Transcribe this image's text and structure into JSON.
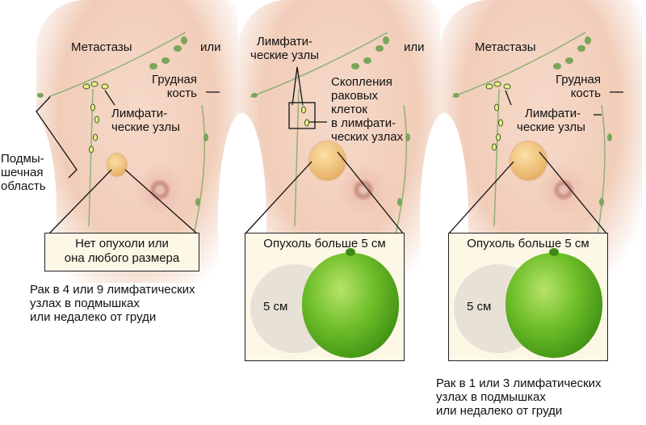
{
  "panels": [
    {
      "metastases": "Метастазы",
      "or": "или",
      "sternum": [
        "Грудная",
        "кость"
      ],
      "lymph": [
        "Лимфати-",
        "ческие узлы"
      ],
      "axilla": [
        "Подмы-",
        "шечная",
        "область"
      ],
      "box": [
        "Нет опухоли или",
        "она любого размера"
      ],
      "caption": [
        "Рак в 4 или 9 лимфатических",
        "узлах в подмышках",
        "или недалеко от груди"
      ]
    },
    {
      "lymph": [
        "Лимфати-",
        "ческие узлы"
      ],
      "or": "или",
      "clusters": [
        "Скопления",
        "раковых",
        "клеток",
        "в лимфати-",
        "ческих узлах"
      ],
      "box": "Опухоль больше 5 см",
      "size": "5 см"
    },
    {
      "metastases": "Метастазы",
      "sternum": [
        "Грудная",
        "кость"
      ],
      "lymph": [
        "Лимфати-",
        "ческие узлы"
      ],
      "box": "Опухоль больше 5 см",
      "size": "5 см",
      "caption": [
        "Рак в 1 или 3 лимфатических",
        "узлах в подмышках",
        "или недалеко от груди"
      ]
    }
  ],
  "colors": {
    "skin": "#f1cdb9",
    "node": "#7aa65a",
    "highlight_node": "#e6f08a",
    "lime": "#5aaa22",
    "box_bg": "#fdf7e6"
  }
}
